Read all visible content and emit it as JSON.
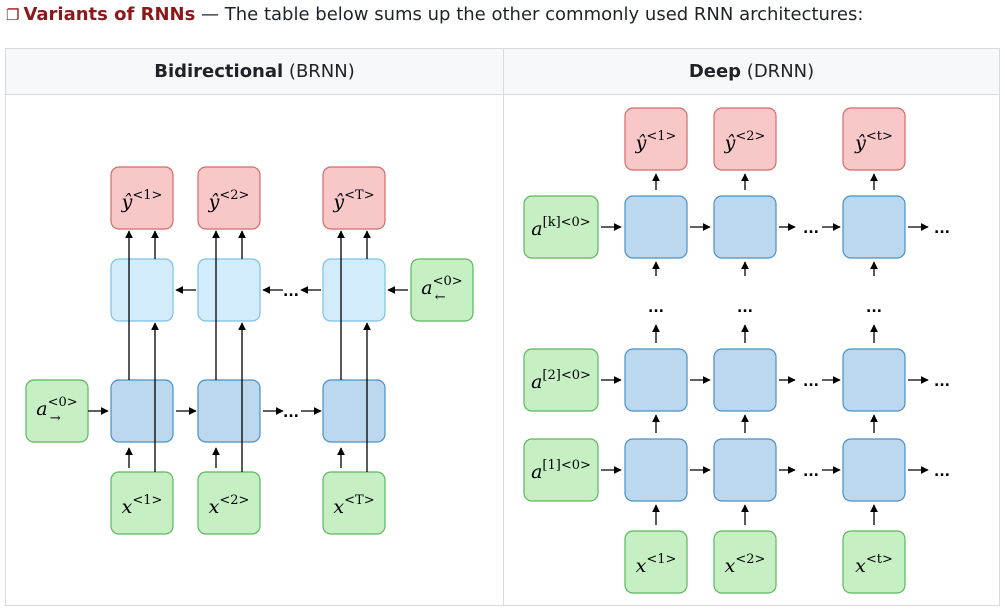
{
  "intro": {
    "checkbox": "❐",
    "title": "Variants of RNNs",
    "text": " — The table below sums up the other commonly used RNN architectures:"
  },
  "columns": [
    {
      "bold": "Bidirectional",
      "rest": " (BRNN)"
    },
    {
      "bold": "Deep",
      "rest": " (DRNN)"
    }
  ],
  "colors": {
    "red_fill": "#f8c8c8",
    "red_stroke": "#d46a6a",
    "green_fill": "#c6efc4",
    "green_stroke": "#5cb85c",
    "blue_fill": "#bcd8ee",
    "blue_stroke": "#4a90c6",
    "light_fill": "#d3ecfb",
    "light_stroke": "#7cc0e6"
  },
  "brnn": {
    "outputs": [
      {
        "base": "ŷ",
        "sup": "<1>"
      },
      {
        "base": "ŷ",
        "sup": "<2>"
      },
      {
        "base": "ŷ",
        "sup": "<T>"
      }
    ],
    "inputs": [
      {
        "base": "x",
        "sup": "<1>"
      },
      {
        "base": "x",
        "sup": "<2>"
      },
      {
        "base": "x",
        "sup": "<T>"
      }
    ],
    "init_forward": {
      "base": "a",
      "sup": "<0>",
      "sub": "→"
    },
    "init_backward": {
      "base": "a",
      "sup": "<0>",
      "sub": "←"
    },
    "ellipsis": "..."
  },
  "drnn": {
    "outputs": [
      {
        "base": "ŷ",
        "sup": "<1>"
      },
      {
        "base": "ŷ",
        "sup": "<2>"
      },
      {
        "base": "ŷ",
        "sup": "<t>"
      }
    ],
    "inputs": [
      {
        "base": "x",
        "sup": "<1>"
      },
      {
        "base": "x",
        "sup": "<2>"
      },
      {
        "base": "x",
        "sup": "<t>"
      }
    ],
    "layers": [
      {
        "base": "a",
        "sup": "[k]<0>"
      },
      {
        "base": "a",
        "sup": "[2]<0>"
      },
      {
        "base": "a",
        "sup": "[1]<0>"
      }
    ],
    "ellipsis": "..."
  }
}
